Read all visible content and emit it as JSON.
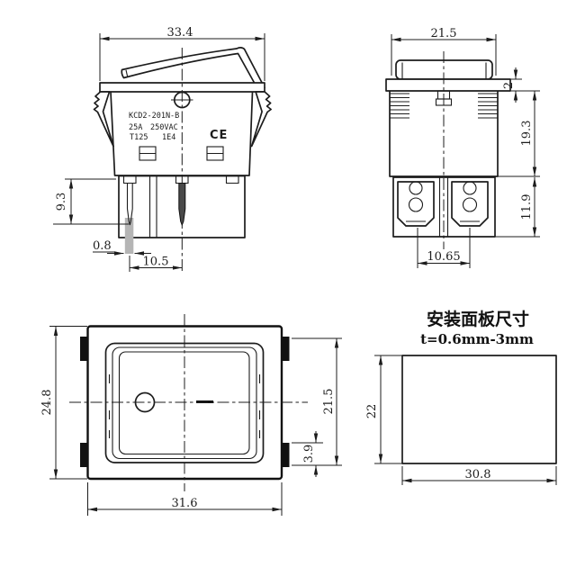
{
  "front_view": {
    "dims": {
      "width": "33.4",
      "pin_length": "9.3",
      "pin_width": "0.8",
      "pin_spacing": "10.5"
    },
    "markings": {
      "model": "KCD2-201N-B",
      "rating_current": "25A",
      "rating_voltage": "250VAC",
      "temp_rating": "T125",
      "cycle_rating": "1E4",
      "ce_mark": "CE"
    }
  },
  "side_view": {
    "dims": {
      "width": "21.5",
      "flange_thickness": "2",
      "body_height": "19.3",
      "terminal_height": "11.9",
      "terminal_spacing": "10.65"
    }
  },
  "top_view": {
    "dims": {
      "height": "24.8",
      "width": "31.6",
      "opening_height": "21.5",
      "tab_height": "3.9"
    }
  },
  "panel_cutout": {
    "title": "安装面板尺寸",
    "thickness_note": "t=0.6mm-3mm",
    "dims": {
      "height": "22",
      "width": "30.8"
    }
  },
  "colors": {
    "line": "#1c1c1c",
    "background": "#ffffff",
    "pin_highlight": "#b5b5b5"
  }
}
